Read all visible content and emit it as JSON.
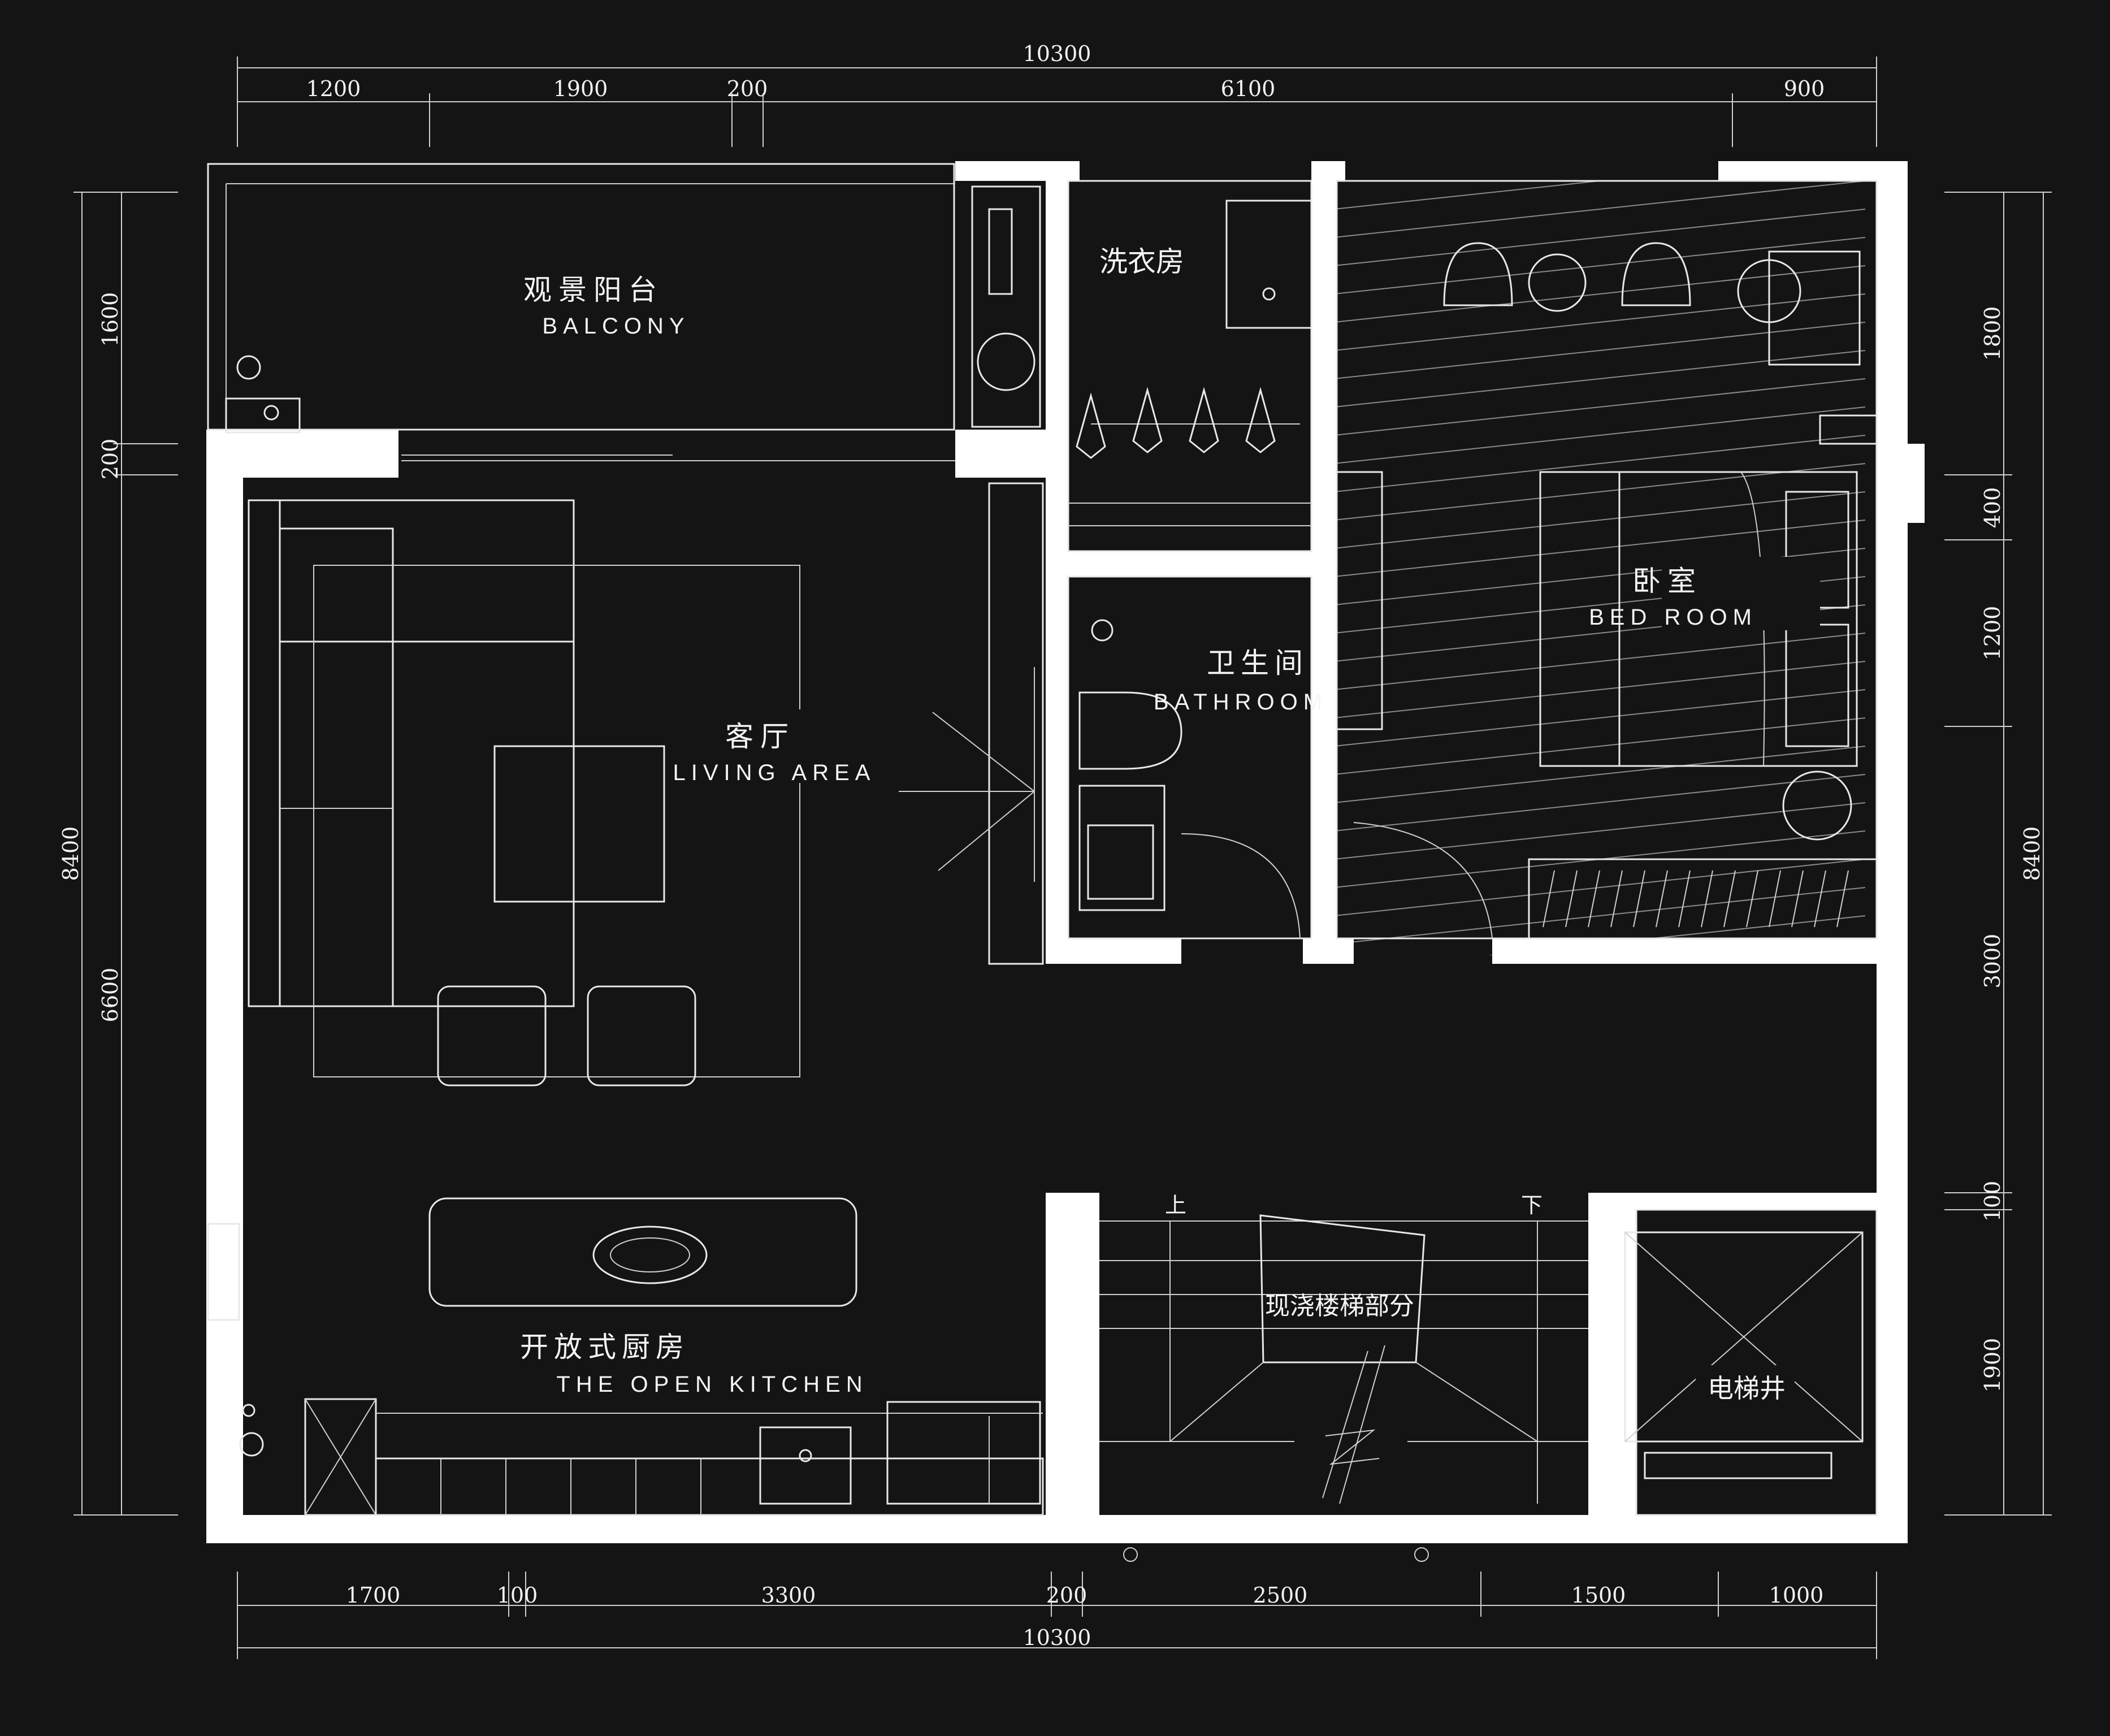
{
  "plan": {
    "rooms": {
      "balcony_zh": "观景阳台",
      "balcony_en": "BALCONY",
      "laundry_zh": "洗衣房",
      "bathroom_zh": "卫生间",
      "bathroom_en": "BATHROOM",
      "bedroom_zh": "卧室",
      "bedroom_en": "BED ROOM",
      "living_zh": "客厅",
      "living_en": "LIVING AREA",
      "kitchen_zh": "开放式厨房",
      "kitchen_en": "THE OPEN KITCHEN",
      "stairs_zh": "现浇楼梯部分",
      "elevator_zh": "电梯井"
    },
    "stair_marks": {
      "up": "上",
      "down": "下"
    },
    "dimensions": {
      "top_total": "10300",
      "top": [
        "1200",
        "1900",
        "200",
        "6100",
        "900"
      ],
      "bottom_total": "10300",
      "bottom": [
        "1700",
        "100",
        "3300",
        "200",
        "2500",
        "1500",
        "1000"
      ],
      "left_total": "8400",
      "left": [
        "1600",
        "200",
        "6600"
      ],
      "right_total": "8400",
      "right": [
        "1800",
        "400",
        "1200",
        "3000",
        "100",
        "1900"
      ]
    },
    "colors": {
      "background": "#141414",
      "lines": "#ffffff"
    }
  }
}
